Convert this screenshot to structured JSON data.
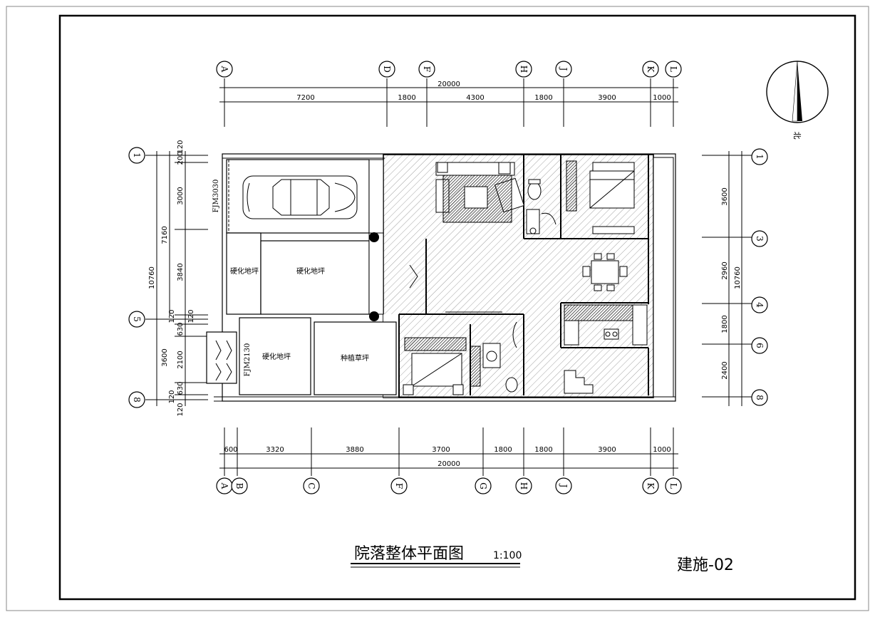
{
  "sheet": {
    "title": "院落整体平面图",
    "scale": "1:100",
    "drawing_number": "建施-02",
    "north_label": "北"
  },
  "top_axes": [
    "A",
    "D",
    "F",
    "H",
    "J",
    "K",
    "L"
  ],
  "top_dims": {
    "total": "20000",
    "segments": [
      "7200",
      "1800",
      "4300",
      "1800",
      "3900",
      "1000"
    ]
  },
  "bottom_axes": [
    "A",
    "B",
    "C",
    "F",
    "G",
    "H",
    "J",
    "K",
    "L"
  ],
  "bottom_dims": {
    "total": "20000",
    "segments": [
      "600",
      "3320",
      "3880",
      "3700",
      "1800",
      "1800",
      "3900",
      "1000"
    ]
  },
  "left_axes": [
    "1",
    "5",
    "8"
  ],
  "left_dims": {
    "total": "10760",
    "sub_total": "7160",
    "segments": [
      "200",
      "120",
      "3000",
      "3840",
      "120",
      "120",
      "630",
      "2100",
      "630",
      "120",
      "120",
      "3600"
    ]
  },
  "right_axes": [
    "1",
    "3",
    "4",
    "6",
    "8"
  ],
  "right_dims": {
    "total": "10760",
    "segments": [
      "3600",
      "2960",
      "1800",
      "2400"
    ]
  },
  "openings": [
    "FJM3030",
    "FJM2130"
  ],
  "zones": [
    "硬化地坪",
    "硬化地坪",
    "硬化地坪",
    "种植草坪"
  ],
  "colors": {
    "line": "#000000",
    "hatch": "#8a8a8a",
    "paper": "#ffffff"
  }
}
